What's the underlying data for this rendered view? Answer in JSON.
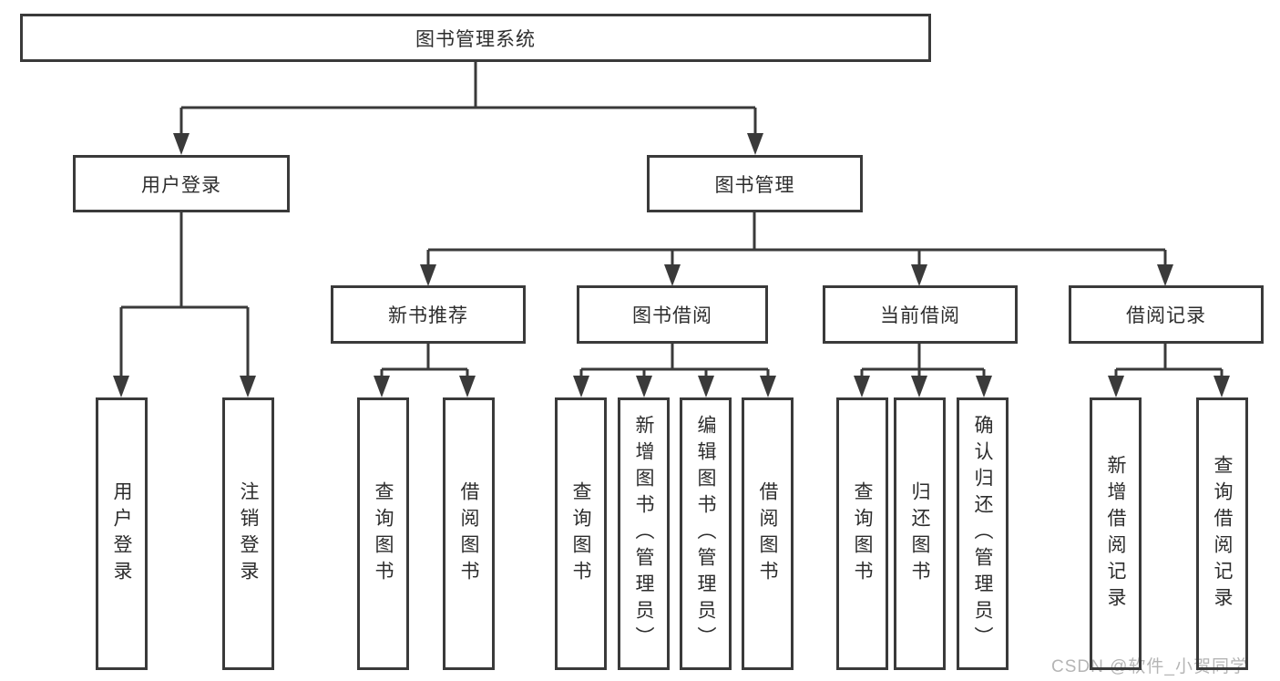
{
  "nodes": {
    "root": "图书管理系统",
    "user_login": "用户登录",
    "book_mgmt": "图书管理",
    "new_book_rec": "新书推荐",
    "book_borrow": "图书借阅",
    "current_borrow": "当前借阅",
    "borrow_records": "借阅记录",
    "leaves": [
      "用户登录",
      "注销登录",
      "查询图书",
      "借阅图书",
      "查询图书",
      "新增图书（管理员）",
      "编辑图书（管理员）",
      "借阅图书",
      "查询图书",
      "归还图书",
      "确认归还（管理员）",
      "新增借阅记录",
      "查询借阅记录"
    ]
  },
  "watermark": "CSDN @软件_小贺同学",
  "colors": {
    "line": "#3a3a3a",
    "text": "#2d2d2d",
    "watermark": "#b5b5b5",
    "background": "#ffffff"
  }
}
